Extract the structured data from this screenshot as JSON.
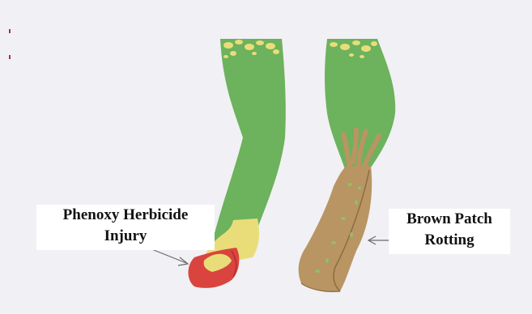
{
  "labels": {
    "left": {
      "line1": "Phenoxy Herbicide",
      "line2": "Injury"
    },
    "right": {
      "line1": "Brown Patch",
      "line2": "Rotting"
    }
  },
  "colors": {
    "background": "#f1f0f4",
    "leaf_green": "#6db25c",
    "leaf_dark_green": "#4f9446",
    "tip_yellow": "#e9dd7a",
    "injury_red": "#d9443e",
    "rot_brown": "#b89562",
    "rot_dark": "#8b6d45",
    "arrow": "#6a6a6a",
    "label_bg": "#ffffff"
  }
}
